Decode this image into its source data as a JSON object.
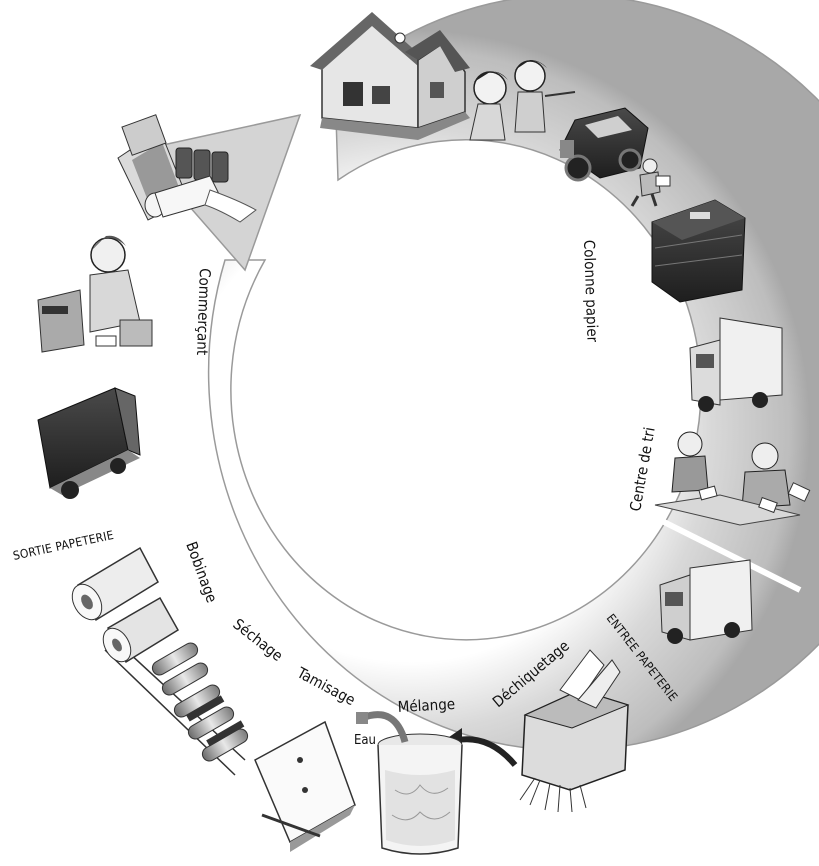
{
  "labels": {
    "commercant": "Commerçant",
    "colonne_papier": "Colonne papier",
    "centre_de_tri": "Centre de tri",
    "entree_papeterie": "ENTREE PAPETERIE",
    "dechiquetage": "Déchiquetage",
    "melange": "Mélange",
    "eau": "Eau",
    "tamisage": "Tamisage",
    "sechage": "Séchage",
    "bobinage": "Bobinage",
    "sortie_papeterie": "SORTIE PAPETERIE"
  },
  "icons": [
    "house-icon",
    "children-icon",
    "car-icon",
    "person-icon",
    "paper-bin-icon",
    "truck-icon",
    "sorting-workers-icon",
    "shredder-icon",
    "water-tank-icon",
    "sieve-icon",
    "drying-rollers-icon",
    "paper-rolls-icon",
    "delivery-truck-icon",
    "shopkeeper-icon",
    "paper-products-icon"
  ]
}
